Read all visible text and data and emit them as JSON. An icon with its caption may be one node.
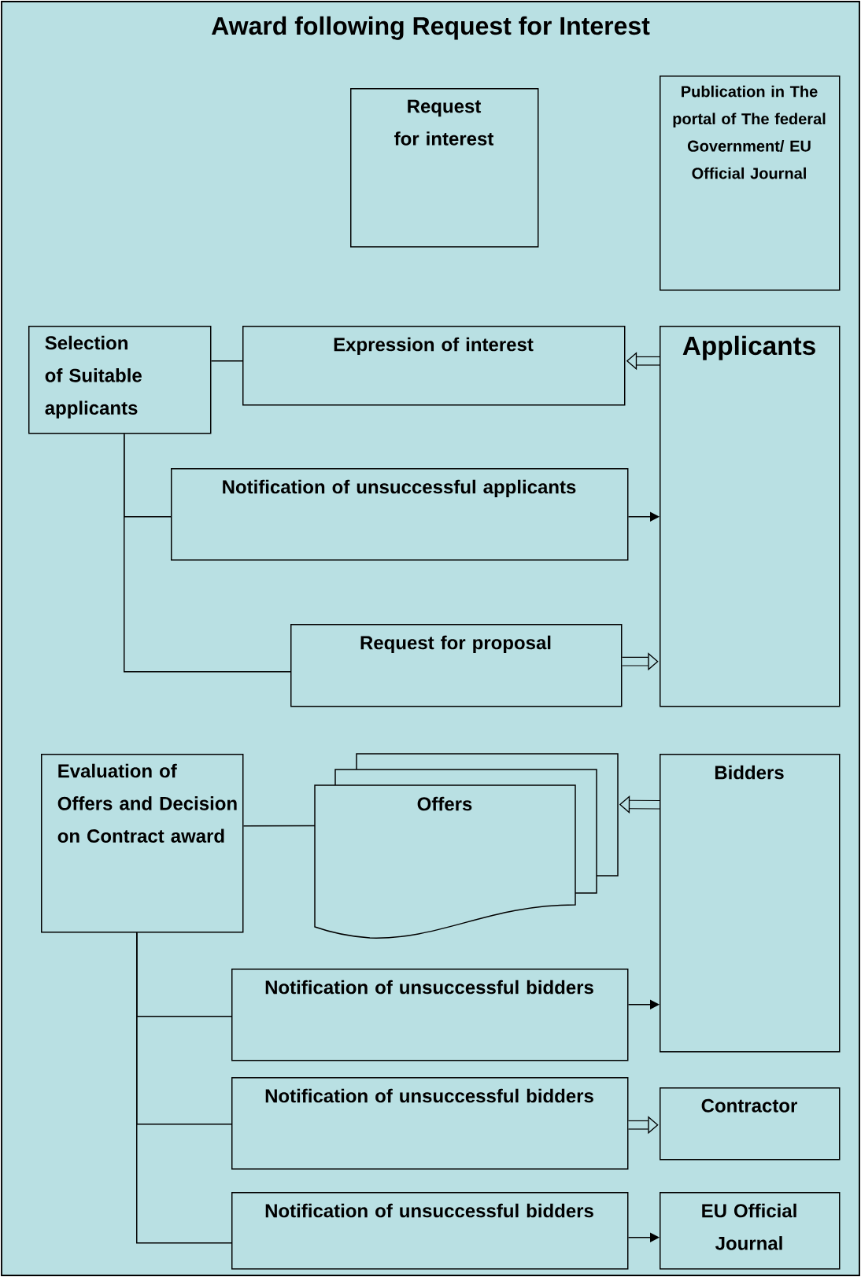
{
  "diagram": {
    "title": "Award following Request for Interest",
    "nodes": [
      {
        "text": [
          "Request for interest"
        ]
      },
      {
        "text": [
          "Publication in The portal of The federal Government/ EU Official Journal"
        ]
      },
      {
        "text": [
          "Selection of Suitable applicants"
        ]
      },
      {
        "text": [
          "Expression of interest"
        ]
      },
      {
        "text": [
          "Applicants"
        ]
      },
      {
        "text": [
          "Notification of unsuccessful applicants"
        ]
      },
      {
        "text": [
          "Request for proposal"
        ]
      },
      {
        "text": [
          "Evaluation of Offers and Decision on Contract award"
        ]
      },
      {
        "text": [
          "Offers"
        ]
      },
      {
        "text": [
          "Bidders"
        ]
      },
      {
        "text": [
          "Notification of unsuccessful bidders"
        ]
      },
      {
        "text": [
          "Notification of unsuccessful bidders"
        ]
      },
      {
        "text": [
          "Contractor"
        ]
      },
      {
        "text": [
          "Notification of unsuccessful bidders"
        ]
      },
      {
        "text": [
          "EU Official Journal"
        ]
      }
    ],
    "edges": [
      {
        "from": 2,
        "to": 3,
        "arrow": "none"
      },
      {
        "from": 2,
        "to": 5,
        "arrow": "none"
      },
      {
        "from": 2,
        "to": 6,
        "arrow": "none"
      },
      {
        "from": 4,
        "to": 3,
        "arrow": "to",
        "style": "thick"
      },
      {
        "from": 5,
        "to": 4,
        "arrow": "to"
      },
      {
        "from": 6,
        "to": 4,
        "arrow": "to",
        "style": "thick"
      },
      {
        "from": 7,
        "to": 8,
        "arrow": "none"
      },
      {
        "from": 9,
        "to": 8,
        "arrow": "to",
        "style": "thick"
      },
      {
        "from": 7,
        "to": 10,
        "arrow": "none"
      },
      {
        "from": 7,
        "to": 11,
        "arrow": "none"
      },
      {
        "from": 7,
        "to": 13,
        "arrow": "none"
      },
      {
        "from": 10,
        "to": 9,
        "arrow": "to"
      },
      {
        "from": 11,
        "to": 12,
        "arrow": "to",
        "style": "thick"
      },
      {
        "from": 13,
        "to": 14,
        "arrow": "to"
      }
    ]
  }
}
